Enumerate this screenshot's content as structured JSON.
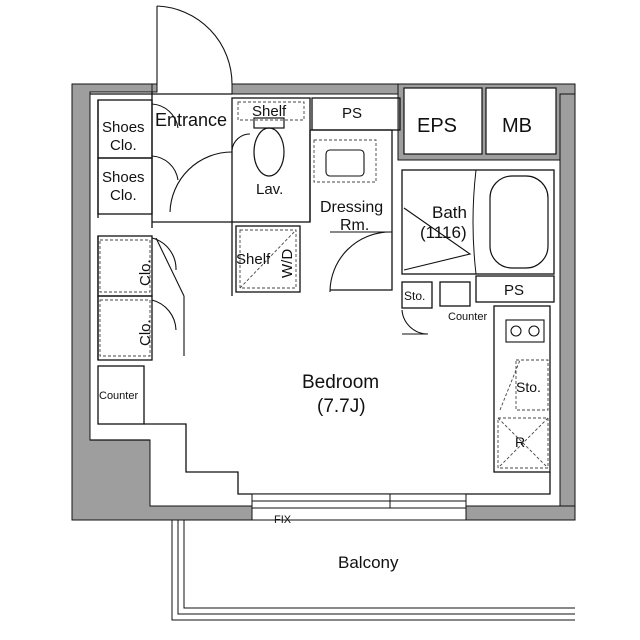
{
  "rooms": {
    "entrance": "Entrance",
    "shoes_clo_1_line1": "Shoes",
    "shoes_clo_1_line2": "Clo.",
    "shoes_clo_2_line1": "Shoes",
    "shoes_clo_2_line2": "Clo.",
    "clo_1": "Clo.",
    "clo_2": "Clo.",
    "shelf_top": "Shelf",
    "lav": "Lav.",
    "ps_top": "PS",
    "eps": "EPS",
    "mb": "MB",
    "dressing_line1": "Dressing",
    "dressing_line2": "Rm.",
    "bath_line1": "Bath",
    "bath_line2": "(1116)",
    "shelf_wd": "Shelf",
    "wd": "W/D",
    "sto_small": "Sto.",
    "ps_right": "PS",
    "counter_right": "Counter",
    "counter_left": "Counter",
    "bedroom_line1": "Bedroom",
    "bedroom_line2": "(7.7J)",
    "sto_kitchen": "Sto.",
    "r": "R",
    "fix": "FIX",
    "balcony": "Balcony"
  },
  "colors": {
    "wall": "#9e9e9e",
    "line": "#111111",
    "background": "#ffffff"
  }
}
